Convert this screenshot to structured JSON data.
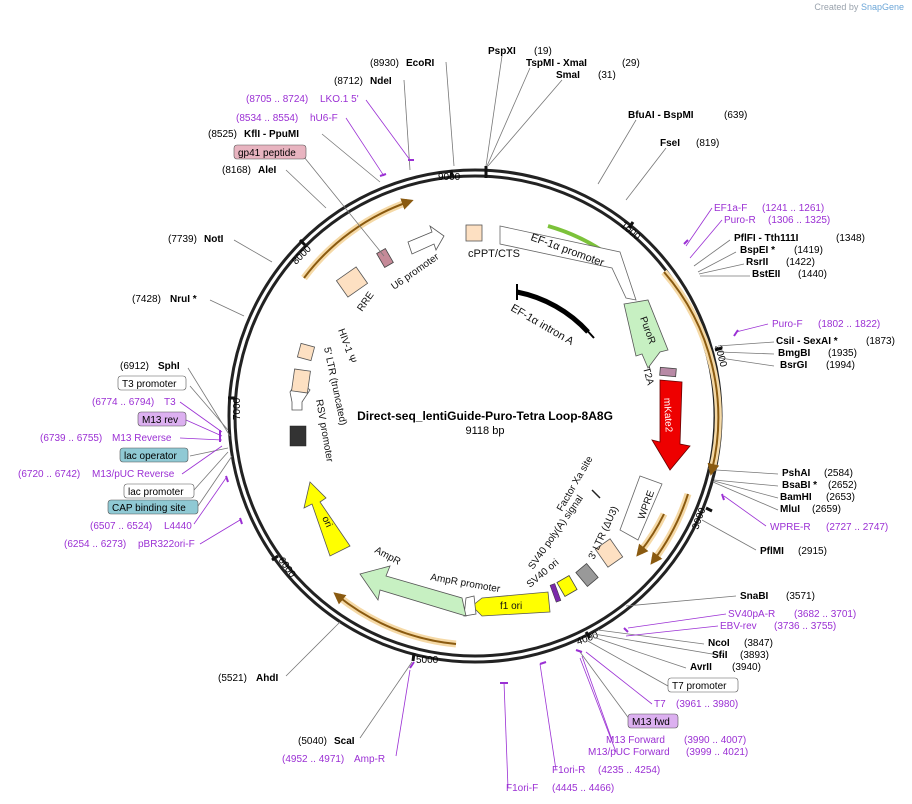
{
  "credit": {
    "prefix": "Created by",
    "brand": "SnapGene"
  },
  "plasmid": {
    "name": "Direct-seq_lentiGuide-Puro-Tetra Loop-8A8G",
    "length_label": "9118 bp",
    "length": 9118
  },
  "ruler_ticks": [
    "1000",
    "2000",
    "3000",
    "4000",
    "5000",
    "6000",
    "7000",
    "8000",
    "9000"
  ],
  "colors": {
    "enzyme": "#000000",
    "primer": "#9b30d4",
    "backbone": "#222222",
    "orf_orange": "#c47a14",
    "promoter_green": "#7cc23a"
  },
  "enzymes": [
    {
      "name": "PspXI",
      "pos": "(19)"
    },
    {
      "name": "TspMI  - XmaI",
      "pos": "(29)"
    },
    {
      "name": "SmaI",
      "pos": "(31)"
    },
    {
      "name": "BfuAI  - BspMI",
      "pos": "(639)"
    },
    {
      "name": "FseI",
      "pos": "(819)"
    },
    {
      "name": "PflFI  - Tth111I",
      "pos": "(1348)"
    },
    {
      "name": "BspEI *",
      "pos": "(1419)"
    },
    {
      "name": "RsrII",
      "pos": "(1422)"
    },
    {
      "name": "BstEII",
      "pos": "(1440)"
    },
    {
      "name": "CsiI  - SexAI *",
      "pos": "(1873)"
    },
    {
      "name": "BmgBI",
      "pos": "(1935)"
    },
    {
      "name": "BsrGI",
      "pos": "(1994)"
    },
    {
      "name": "PshAI",
      "pos": "(2584)"
    },
    {
      "name": "BsaBI *",
      "pos": "(2652)"
    },
    {
      "name": "BamHI",
      "pos": "(2653)"
    },
    {
      "name": "MluI",
      "pos": "(2659)"
    },
    {
      "name": "PflMI",
      "pos": "(2915)"
    },
    {
      "name": "SnaBI",
      "pos": "(3571)"
    },
    {
      "name": "NcoI",
      "pos": "(3847)"
    },
    {
      "name": "SfiI",
      "pos": "(3893)"
    },
    {
      "name": "AvrII",
      "pos": "(3940)"
    },
    {
      "name": "ScaI",
      "pos": "(5040)"
    },
    {
      "name": "AhdI",
      "pos": "(5521)"
    },
    {
      "name": "SphI",
      "pos": "(6912)"
    },
    {
      "name": "NruI *",
      "pos": "(7428)"
    },
    {
      "name": "NotI",
      "pos": "(7739)"
    },
    {
      "name": "AleI",
      "pos": "(8168)"
    },
    {
      "name": "KflI  - PpuMI",
      "pos": "(8525)"
    },
    {
      "name": "NdeI",
      "pos": "(8712)"
    },
    {
      "name": "EcoRI",
      "pos": "(8930)"
    }
  ],
  "primers": [
    {
      "name": "EF1a-F",
      "range": "(1241 .. 1261)"
    },
    {
      "name": "Puro-R",
      "range": "(1306 .. 1325)"
    },
    {
      "name": "Puro-F",
      "range": "(1802 .. 1822)"
    },
    {
      "name": "WPRE-R",
      "range": "(2727 .. 2747)"
    },
    {
      "name": "SV40pA-R",
      "range": "(3682 .. 3701)"
    },
    {
      "name": "EBV-rev",
      "range": "(3736 .. 3755)"
    },
    {
      "name": "T7",
      "range": "(3961 .. 3980)"
    },
    {
      "name": "M13 Forward",
      "range": "(3990 .. 4007)"
    },
    {
      "name": "M13/pUC Forward",
      "range": "(3999 .. 4021)"
    },
    {
      "name": "F1ori-R",
      "range": "(4235 .. 4254)"
    },
    {
      "name": "F1ori-F",
      "range": "(4445 .. 4466)"
    },
    {
      "name": "Amp-R",
      "range": "(4952 .. 4971)"
    },
    {
      "name": "pBR322ori-F",
      "range": "(6254 .. 6273)"
    },
    {
      "name": "L4440",
      "range": "(6507 .. 6524)"
    },
    {
      "name": "M13/pUC Reverse",
      "range": "(6720 .. 6742)"
    },
    {
      "name": "M13 Reverse",
      "range": "(6739 .. 6755)"
    },
    {
      "name": "T3",
      "range": "(6774 .. 6794)"
    },
    {
      "name": "hU6-F",
      "range": "(8534 .. 8554)"
    },
    {
      "name": "LKO.1 5'",
      "range": "(8705 .. 8724)"
    }
  ],
  "boxed_labels": [
    {
      "name": "gp41 peptide",
      "fill": "#e8b4c0"
    },
    {
      "name": "T3 promoter",
      "fill": "#ffffff"
    },
    {
      "name": "M13 rev",
      "fill": "#dcb0f0"
    },
    {
      "name": "lac operator",
      "fill": "#8fc9d4"
    },
    {
      "name": "lac promoter",
      "fill": "#ffffff"
    },
    {
      "name": "CAP binding site",
      "fill": "#8fc9d4"
    },
    {
      "name": "T7 promoter",
      "fill": "#ffffff"
    },
    {
      "name": "M13 fwd",
      "fill": "#dcb0f0"
    }
  ],
  "features": [
    {
      "name": "cPPT/CTS"
    },
    {
      "name": "EF-1α promoter"
    },
    {
      "name": "EF-1α intron A"
    },
    {
      "name": "PuroR"
    },
    {
      "name": "T2A"
    },
    {
      "name": "mKate2"
    },
    {
      "name": "WPRE"
    },
    {
      "name": "Factor Xa site"
    },
    {
      "name": "3' LTR (ΔU3)"
    },
    {
      "name": "SV40 poly(A) signal"
    },
    {
      "name": "SV40 ori"
    },
    {
      "name": "f1 ori"
    },
    {
      "name": "AmpR promoter"
    },
    {
      "name": "AmpR"
    },
    {
      "name": "ori"
    },
    {
      "name": "RSV promoter"
    },
    {
      "name": "5' LTR (truncated)"
    },
    {
      "name": "HIV-1 Ψ"
    },
    {
      "name": "RRE"
    },
    {
      "name": "U6 promoter"
    }
  ]
}
